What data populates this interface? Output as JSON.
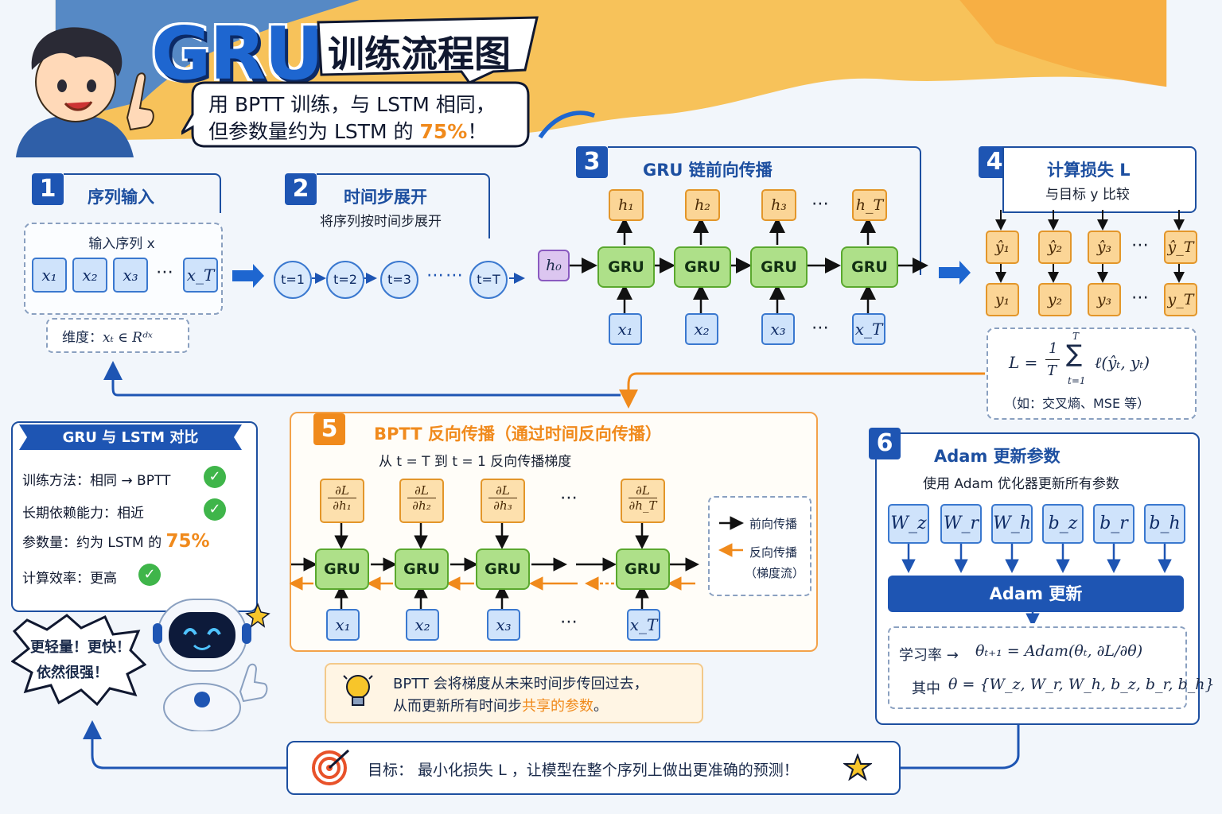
{
  "header": {
    "title_gru": "GRU",
    "title_cn": "训练流程图",
    "subtitle_line1": "用 BPTT 训练，与 LSTM 相同，",
    "subtitle_line2_pre": "但参数量约为 LSTM 的 ",
    "subtitle_line2_hl": "75%",
    "subtitle_line2_post": "！"
  },
  "step1": {
    "num": "1",
    "title": "序列输入",
    "inner_title": "输入序列 x",
    "inputs": [
      "x₁",
      "x₂",
      "x₃",
      "⋯",
      "x_T"
    ],
    "dim_label": "维度：",
    "dim_formula": "xₜ ∈ Rᵈˣ"
  },
  "step2": {
    "num": "2",
    "title": "时间步展开",
    "subtitle": "将序列按时间步展开",
    "steps": [
      "t=1",
      "t=2",
      "t=3",
      "t=T"
    ],
    "dots": "⋯⋯"
  },
  "step3": {
    "num": "3",
    "title": "GRU 链前向传播",
    "h0": "h₀",
    "hidden": [
      "h₁",
      "h₂",
      "h₃",
      "h_T"
    ],
    "cells": [
      "GRU",
      "GRU",
      "GRU",
      "GRU"
    ],
    "inputs": [
      "x₁",
      "x₂",
      "x₃",
      "x_T"
    ],
    "dots": "⋯"
  },
  "step4": {
    "num": "4",
    "title": "计算损失 L",
    "subtitle": "与目标 y 比较",
    "preds": [
      "ŷ₁",
      "ŷ₂",
      "ŷ₃",
      "ŷ_T"
    ],
    "targets": [
      "y₁",
      "y₂",
      "y₃",
      "y_T"
    ],
    "dots": "⋯",
    "formula_lhs": "L =",
    "formula_frac_num": "1",
    "formula_frac_den": "T",
    "formula_sum_top": "T",
    "formula_sum_bot": "t=1",
    "formula_term": "ℓ(ŷₜ, yₜ)",
    "note": "（如：交叉熵、MSE 等）"
  },
  "compare": {
    "title": "GRU 与 LSTM 对比",
    "rows": [
      {
        "text": "训练方法：相同 → BPTT",
        "check": "✓"
      },
      {
        "text": "长期依赖能力：相近",
        "check": "✓"
      },
      {
        "text_pre": "参数量：约为 LSTM 的 ",
        "text_hl": "75%"
      },
      {
        "text": "计算效率：更高",
        "check": "✓"
      }
    ]
  },
  "bubble": {
    "line1": "更轻量！更快！",
    "line2": "依然很强！"
  },
  "step5": {
    "num": "5",
    "title": "BPTT 反向传播（通过时间反向传播）",
    "subtitle": "从 t = T 到 t = 1 反向传播梯度",
    "grads": [
      {
        "num": "∂L",
        "den": "∂h₁"
      },
      {
        "num": "∂L",
        "den": "∂h₂"
      },
      {
        "num": "∂L",
        "den": "∂h₃"
      },
      {
        "num": "∂L",
        "den": "∂h_T"
      }
    ],
    "cells": [
      "GRU",
      "GRU",
      "GRU",
      "GRU"
    ],
    "inputs": [
      "x₁",
      "x₂",
      "x₃",
      "x_T"
    ],
    "dots": "⋯",
    "legend_forward": "前向传播",
    "legend_backward": "反向传播",
    "legend_backward_sub": "（梯度流）",
    "tip_line1": "BPTT 会将梯度从未来时间步传回过去，",
    "tip_line2_pre": "从而更新所有时间步",
    "tip_line2_hl": "共享的参数",
    "tip_line2_post": "。"
  },
  "step6": {
    "num": "6",
    "title": "Adam 更新参数",
    "subtitle": "使用 Adam 优化器更新所有参数",
    "params": [
      "W_z",
      "W_r",
      "W_h",
      "b_z",
      "b_r",
      "b_h"
    ],
    "adam_label": "Adam 更新",
    "lr_label": "学习率 →",
    "lr_formula": "θₜ₊₁ = Adam(θₜ, ∂L/∂θ)",
    "theta_label": "其中",
    "theta_formula": "θ = {W_z, W_r, W_h, b_z, b_r, b_h}"
  },
  "goal": {
    "text": "目标：  最小化损失 L ，让模型在整个序列上做出更准确的预测！"
  },
  "colors": {
    "primary": "#1e55b3",
    "orange": "#f08a1c",
    "green": "#3fb54a",
    "header_yellow": "#f7c25a",
    "header_blue": "#1e66d0"
  }
}
